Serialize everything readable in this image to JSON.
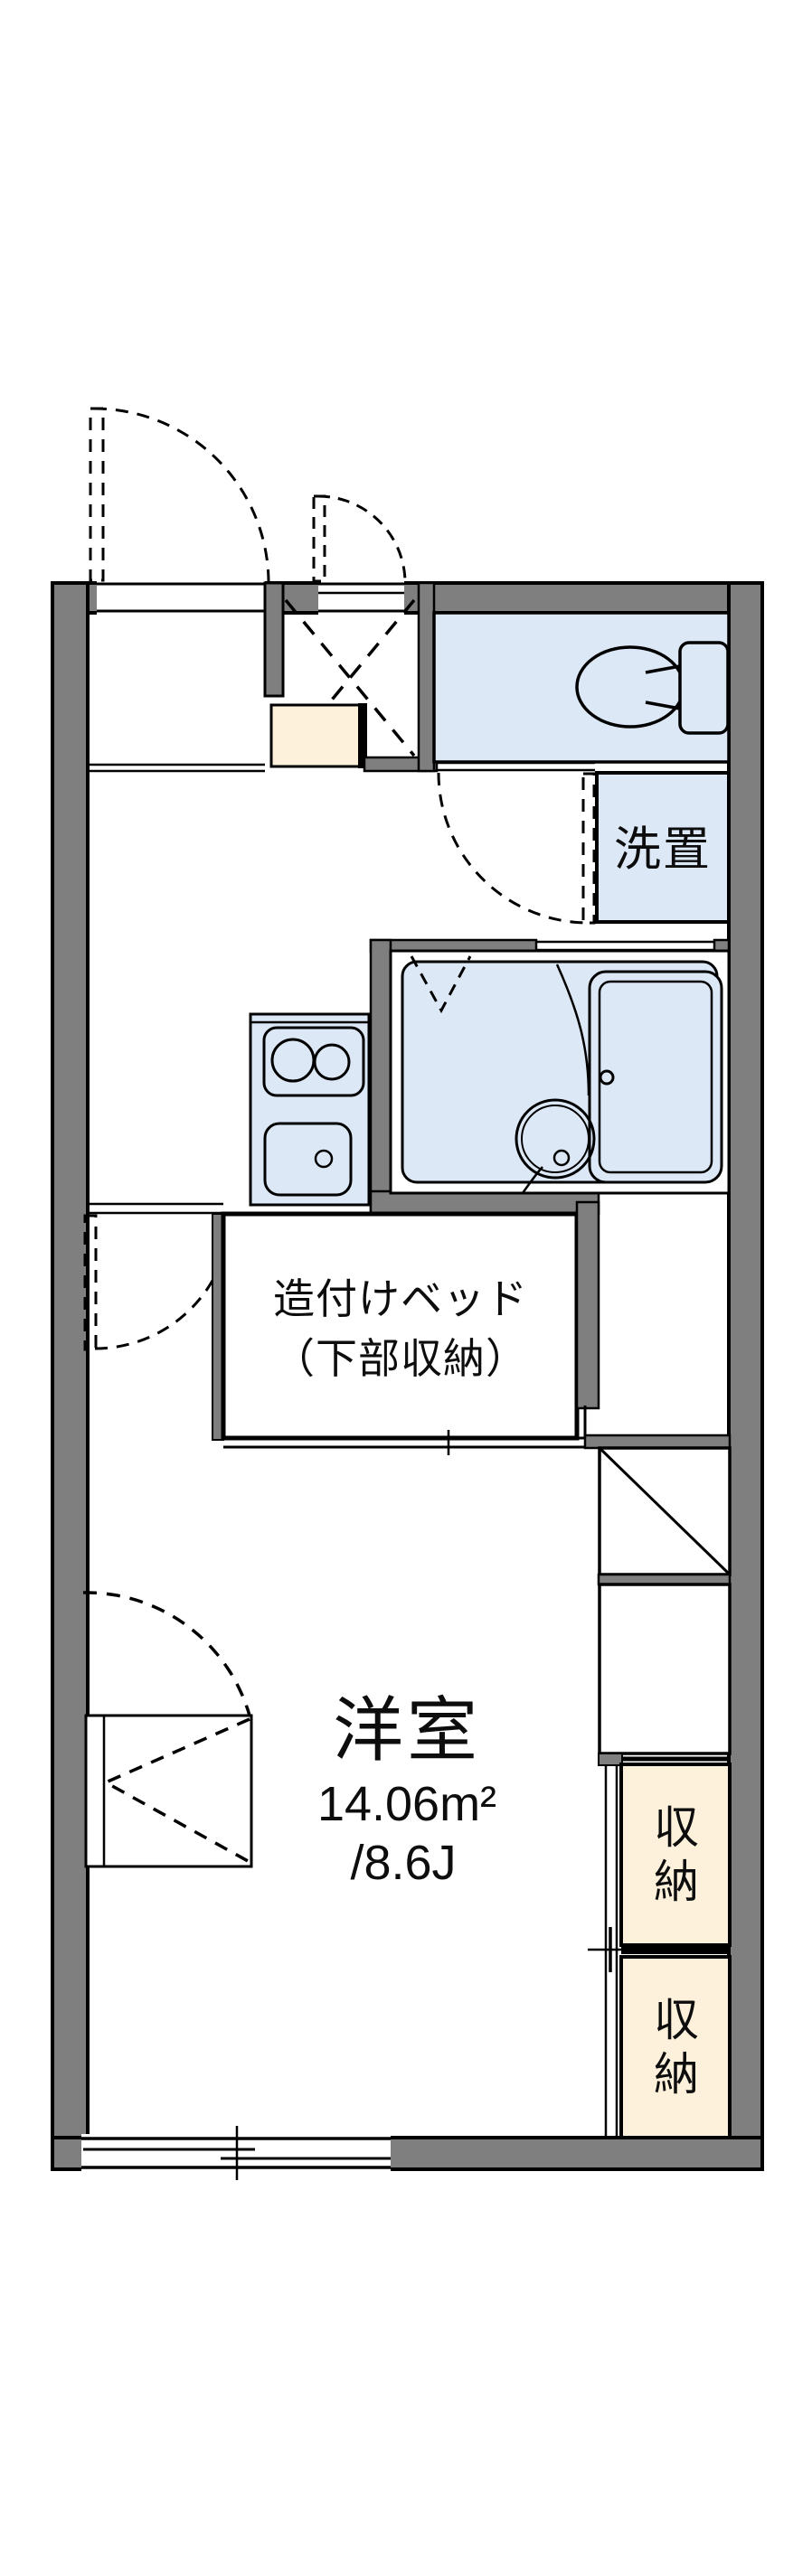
{
  "plan": {
    "type": "apartment-floor-plan",
    "labels": {
      "laundry": "洗置",
      "bed_line1": "造付けベッド",
      "bed_line2": "（下部収納）",
      "room": "洋室",
      "room_area": "14.06m²",
      "room_tatami": "/8.6J",
      "storage_upper": "収納",
      "storage_lower": "収納"
    },
    "colors": {
      "wall_gray": "#7f7f7f",
      "water_blue": "#dde8f7",
      "storage_cream": "#fdf1dc",
      "line_black": "#000000",
      "background": "#ffffff"
    }
  }
}
